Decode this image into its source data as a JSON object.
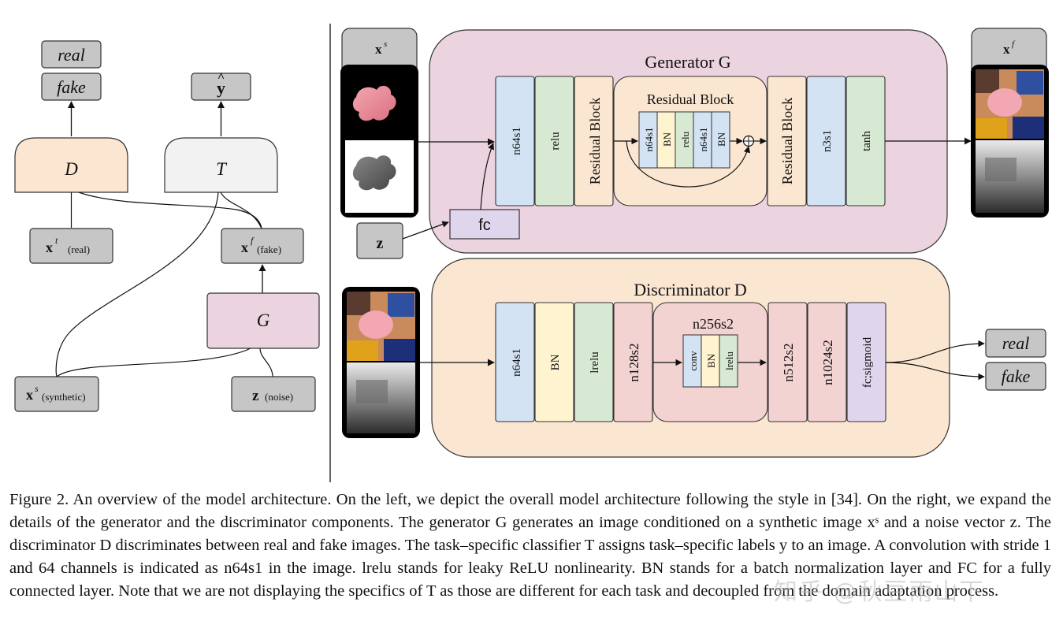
{
  "left": {
    "out_real": "real",
    "out_fake": "fake",
    "out_yhat": "y",
    "d_label": "D",
    "t_label": "T",
    "g_label": "G",
    "xt_main": "x",
    "xt_sup": "t",
    "xt_sub": "(real)",
    "xf_main": "x",
    "xf_sup": "f",
    "xf_sub": "(fake)",
    "xs_main": "x",
    "xs_sup": "s",
    "xs_sub": "(synthetic)",
    "z_main": "z",
    "z_sub": "(noise)"
  },
  "generator": {
    "title": "Generator G",
    "input_label_main": "x",
    "input_label_sup": "s",
    "output_label_main": "x",
    "output_label_sup": "f",
    "z_label": "z",
    "fc_label": "fc",
    "layers": [
      "n64s1",
      "relu",
      "Residual Block",
      "Residual Block",
      "n3s1",
      "tanh"
    ],
    "residual_title": "Residual Block",
    "residual_layers": [
      "n64s1",
      "BN",
      "relu",
      "n64s1",
      "BN"
    ],
    "plus": "⊕"
  },
  "discriminator": {
    "title": "Discriminator D",
    "layers": [
      "n64s1",
      "BN",
      "lrelu",
      "n128s2",
      "n512s2",
      "n1024s2",
      "fc;sigmoid"
    ],
    "inner_title": "n256s2",
    "inner_layers": [
      "conv",
      "BN",
      "lrelu"
    ],
    "out_real": "real",
    "out_fake": "fake"
  },
  "colors": {
    "blue": "#d3e3f3",
    "green": "#d7e9d3",
    "peach": "#fae6d1",
    "pink": "#ebd3df",
    "yellow": "#fff4cf",
    "rose": "#f3d2d2",
    "lavender": "#dfd6ee",
    "grey": "#c6c6c6"
  },
  "caption": {
    "text": "Figure 2. An overview of the model architecture. On the left, we depict the overall model architecture following the style in [34]. On the right, we expand the details of the generator and the discriminator components. The generator G generates an image conditioned on a synthetic image xˢ and a noise vector z. The discriminator D discriminates between real and fake images. The task–specific classifier T assigns task–specific labels y to an image. A convolution with stride 1 and 64 channels is indicated as n64s1 in the image. lrelu stands for leaky ReLU nonlinearity. BN stands for a batch normalization layer and FC for a fully connected layer. Note that we are not displaying the specifics of T as those are different for each task and decoupled from the domain adaptation process."
  },
  "watermark": "知乎 @秋豆雨山下"
}
